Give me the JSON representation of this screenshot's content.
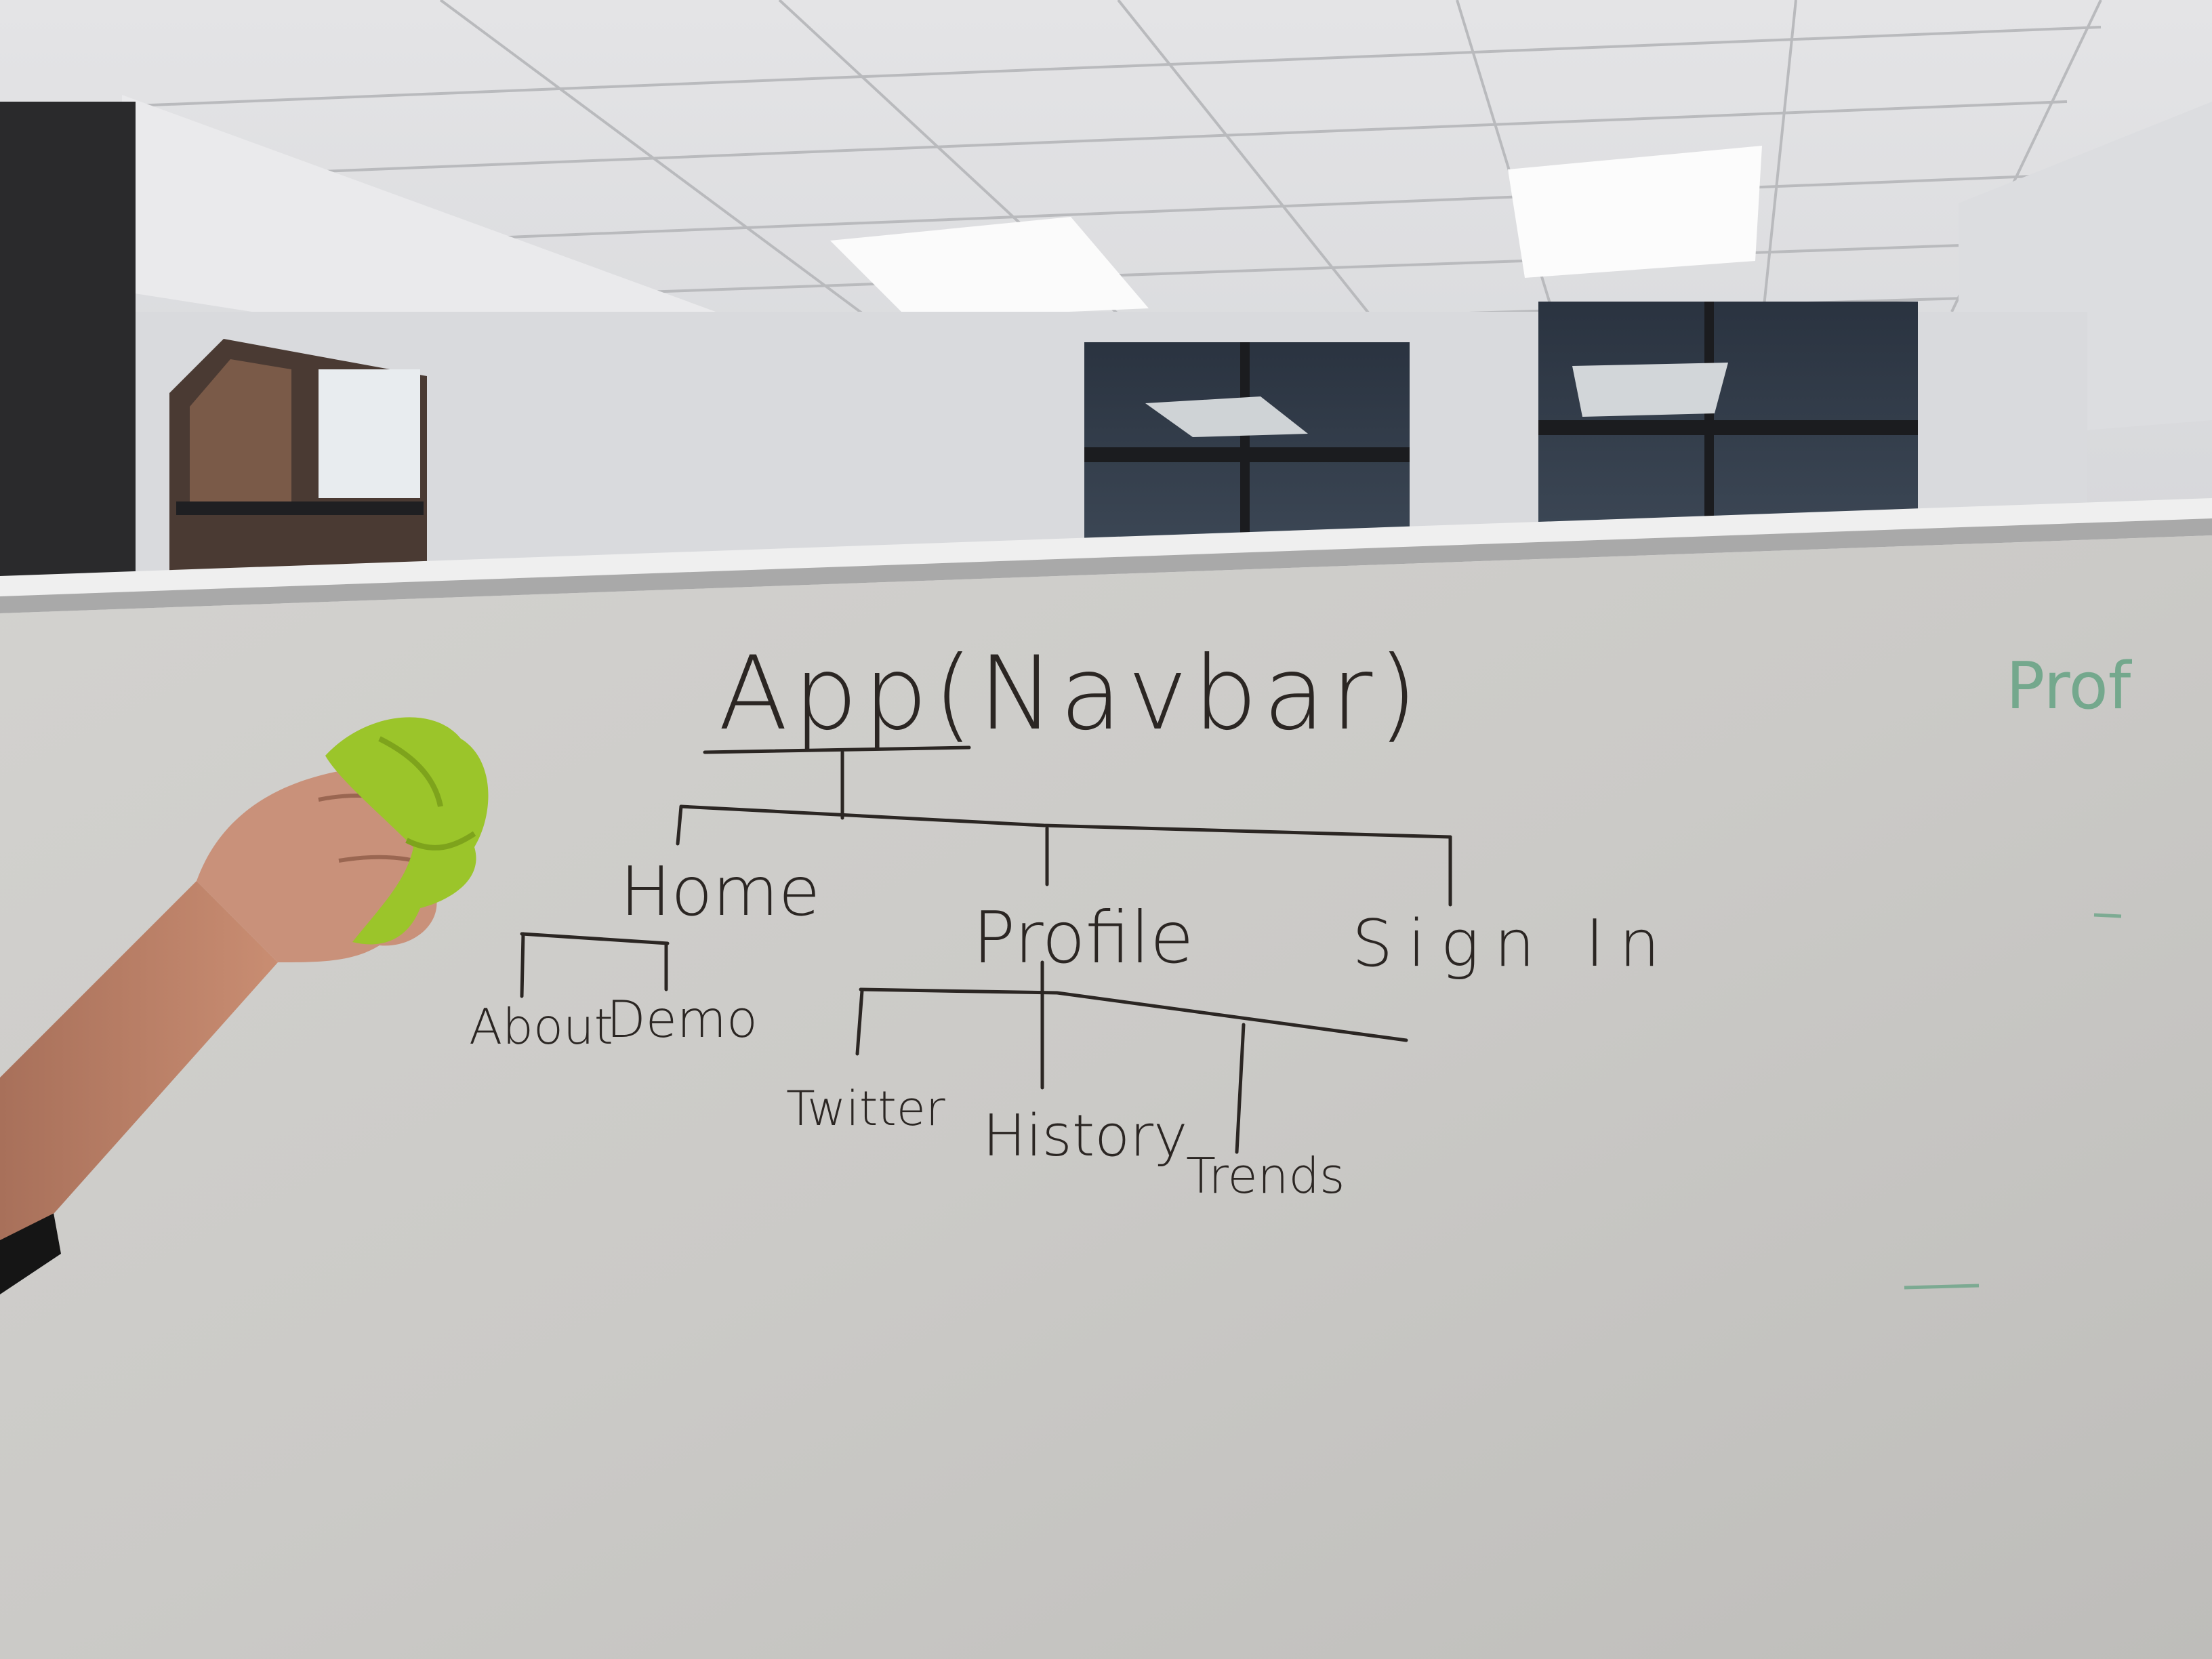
{
  "whiteboard": {
    "title": "App(Navbar)",
    "nodes": {
      "home": "Home",
      "profile": "Profile",
      "sign_in": "Sign In",
      "about": "About",
      "demo": "Demo",
      "twitter": "Twitter",
      "history": "History",
      "trends": "Trends"
    },
    "faded_text": "Prof"
  },
  "colors": {
    "marker": "#2b2623",
    "green_marker": "#5fa07f",
    "cloth": "#9bc52a",
    "board": "#cfcecb",
    "ceiling": "#e9e9ea"
  }
}
